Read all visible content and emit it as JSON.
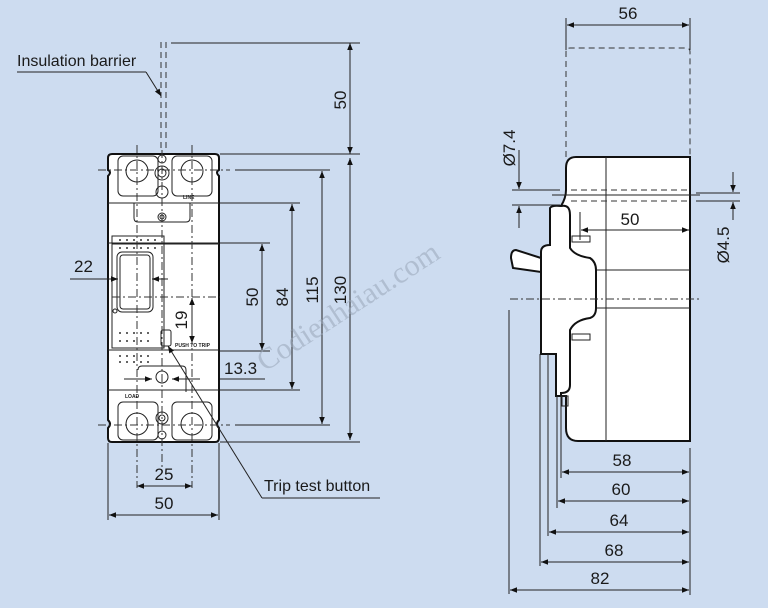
{
  "front_view": {
    "callouts": {
      "insulation_barrier": "Insulation barrier",
      "trip_test_button": "Trip test button"
    },
    "markings": {
      "line": "LINE",
      "load": "LOAD",
      "push_to_trip": "PUSH TO TRIP"
    },
    "dimensions": {
      "barrier_height": "50",
      "handle_width": "22",
      "handle_travel": "50",
      "button_offset": "19",
      "mid_offset": "13.3",
      "inner_height": "84",
      "terminal_pitch_height": "115",
      "overall_height": "130",
      "pole_pitch": "25",
      "overall_width": "50"
    }
  },
  "side_view": {
    "dimensions": {
      "barrier_width": "56",
      "hole_dia_large": "Ø7.4",
      "hole_dia_small": "Ø4.5",
      "terminal_depth": "50",
      "depth_58": "58",
      "depth_60": "60",
      "depth_64": "64",
      "depth_68": "68",
      "depth_82": "82"
    }
  },
  "watermark": "Codienhaiau.com",
  "colors": {
    "background": "#cddcf0",
    "line": "#222222",
    "body_fill": "#ffffff"
  }
}
